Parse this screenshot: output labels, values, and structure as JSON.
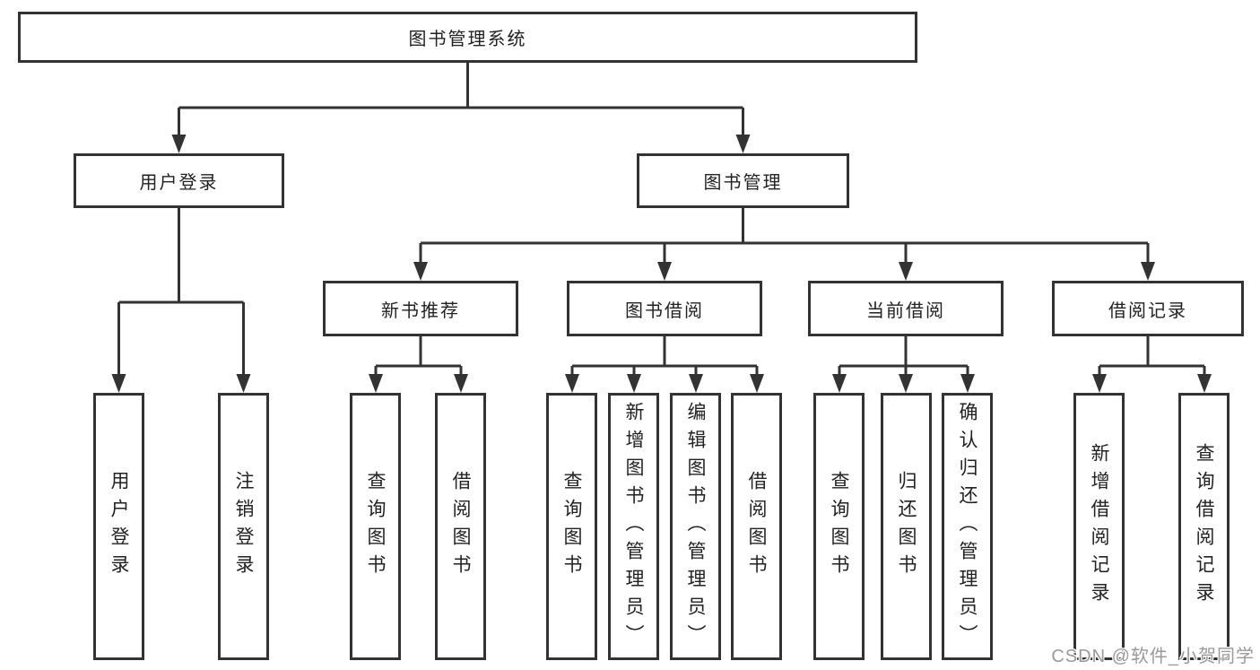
{
  "tree": {
    "root_label": "图书管理系统",
    "branches": [
      {
        "label": "用户登录",
        "leaves": [
          "用户登录",
          "注销登录"
        ]
      },
      {
        "label": "图书管理",
        "groups": [
          {
            "label": "新书推荐",
            "leaves": [
              "查询图书",
              "借阅图书"
            ]
          },
          {
            "label": "图书借阅",
            "leaves": [
              "查询图书",
              "新增图书（管理员）",
              "编辑图书（管理员）",
              "借阅图书"
            ]
          },
          {
            "label": "当前借阅",
            "leaves": [
              "查询图书",
              "归还图书",
              "确认归还（管理员）"
            ]
          },
          {
            "label": "借阅记录",
            "leaves": [
              "新增借阅记录",
              "查询借阅记录"
            ]
          }
        ]
      }
    ]
  },
  "watermark": "CSDN @软件_小贺同学",
  "colors": {
    "line": "#333333",
    "box_border": "#333333",
    "text": "#222222",
    "watermark_text": "#9a9a9a",
    "background": "#ffffff"
  }
}
